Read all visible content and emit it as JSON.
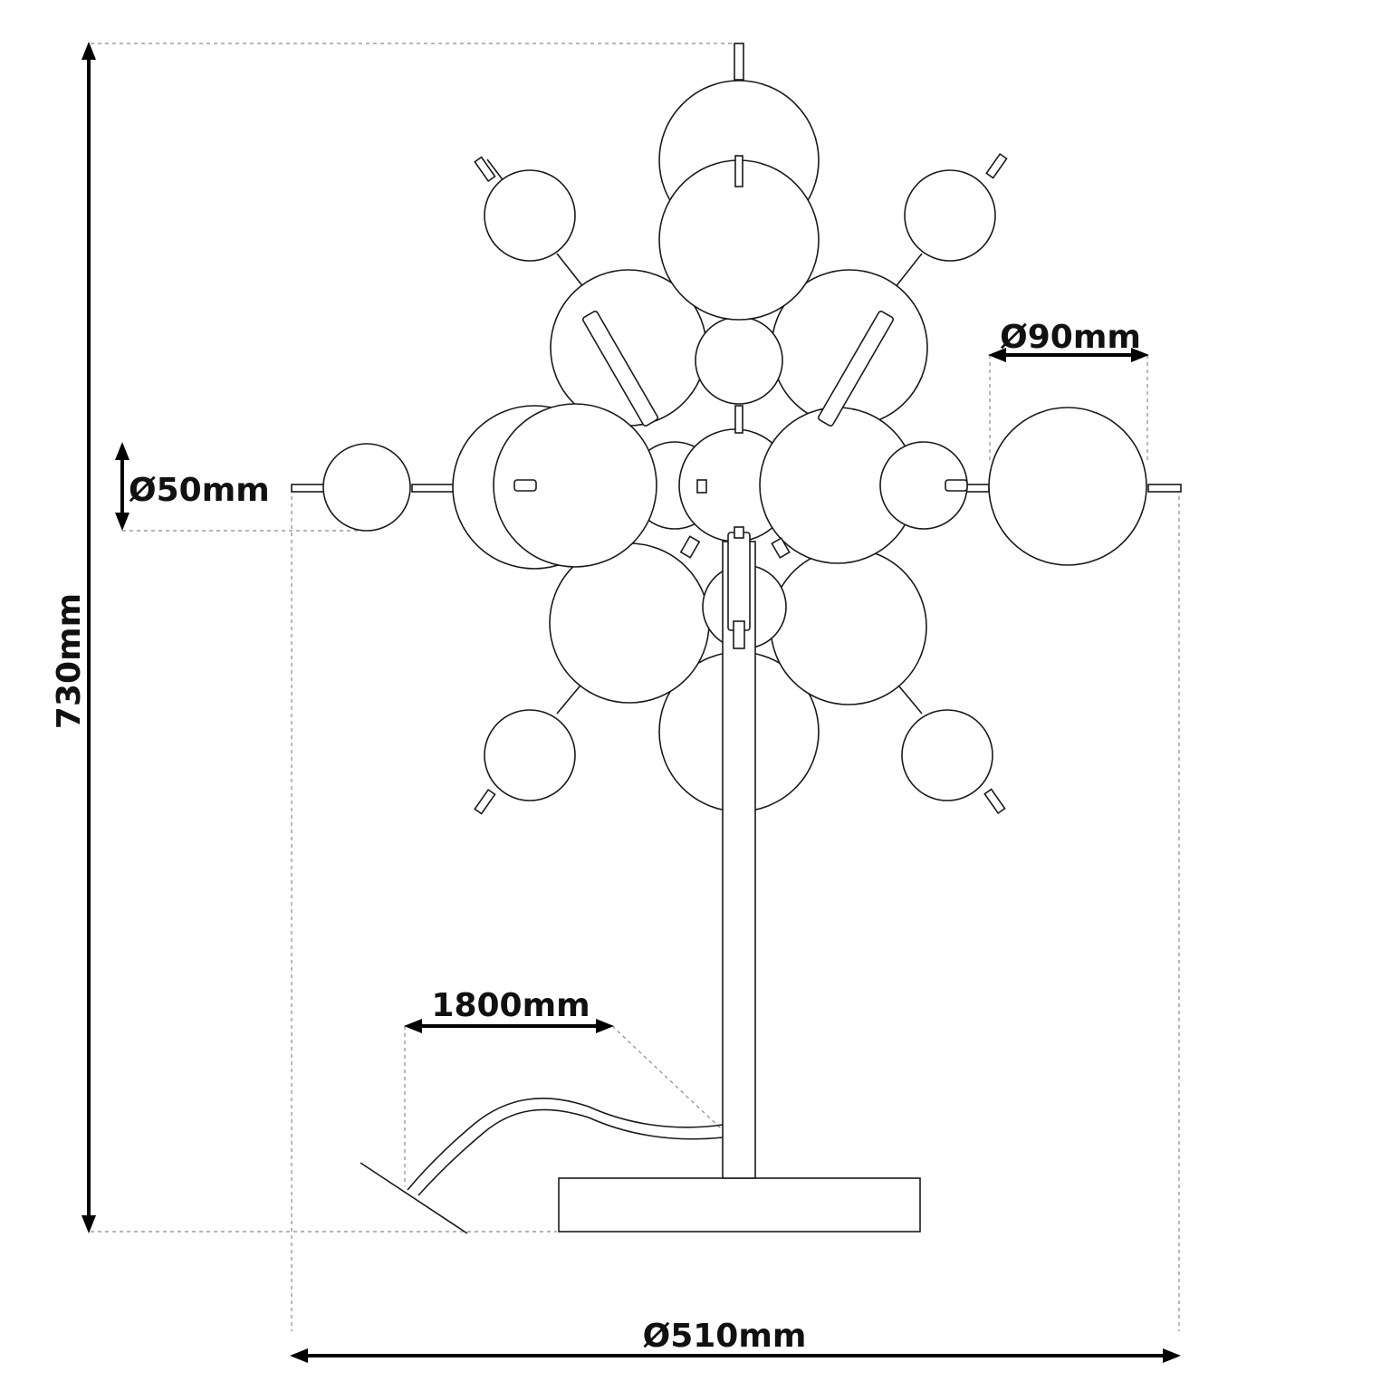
{
  "dimensions": {
    "height": "730mm",
    "base_diameter": "Ø510mm",
    "cable_length": "1800mm",
    "small_globe_diameter": "Ø50mm",
    "large_globe_diameter": "Ø90mm"
  },
  "colors": {
    "line": "#1a1a1a",
    "dimension": "#000000",
    "dashed_guide": "#8a8a8a",
    "background": "#ffffff"
  }
}
